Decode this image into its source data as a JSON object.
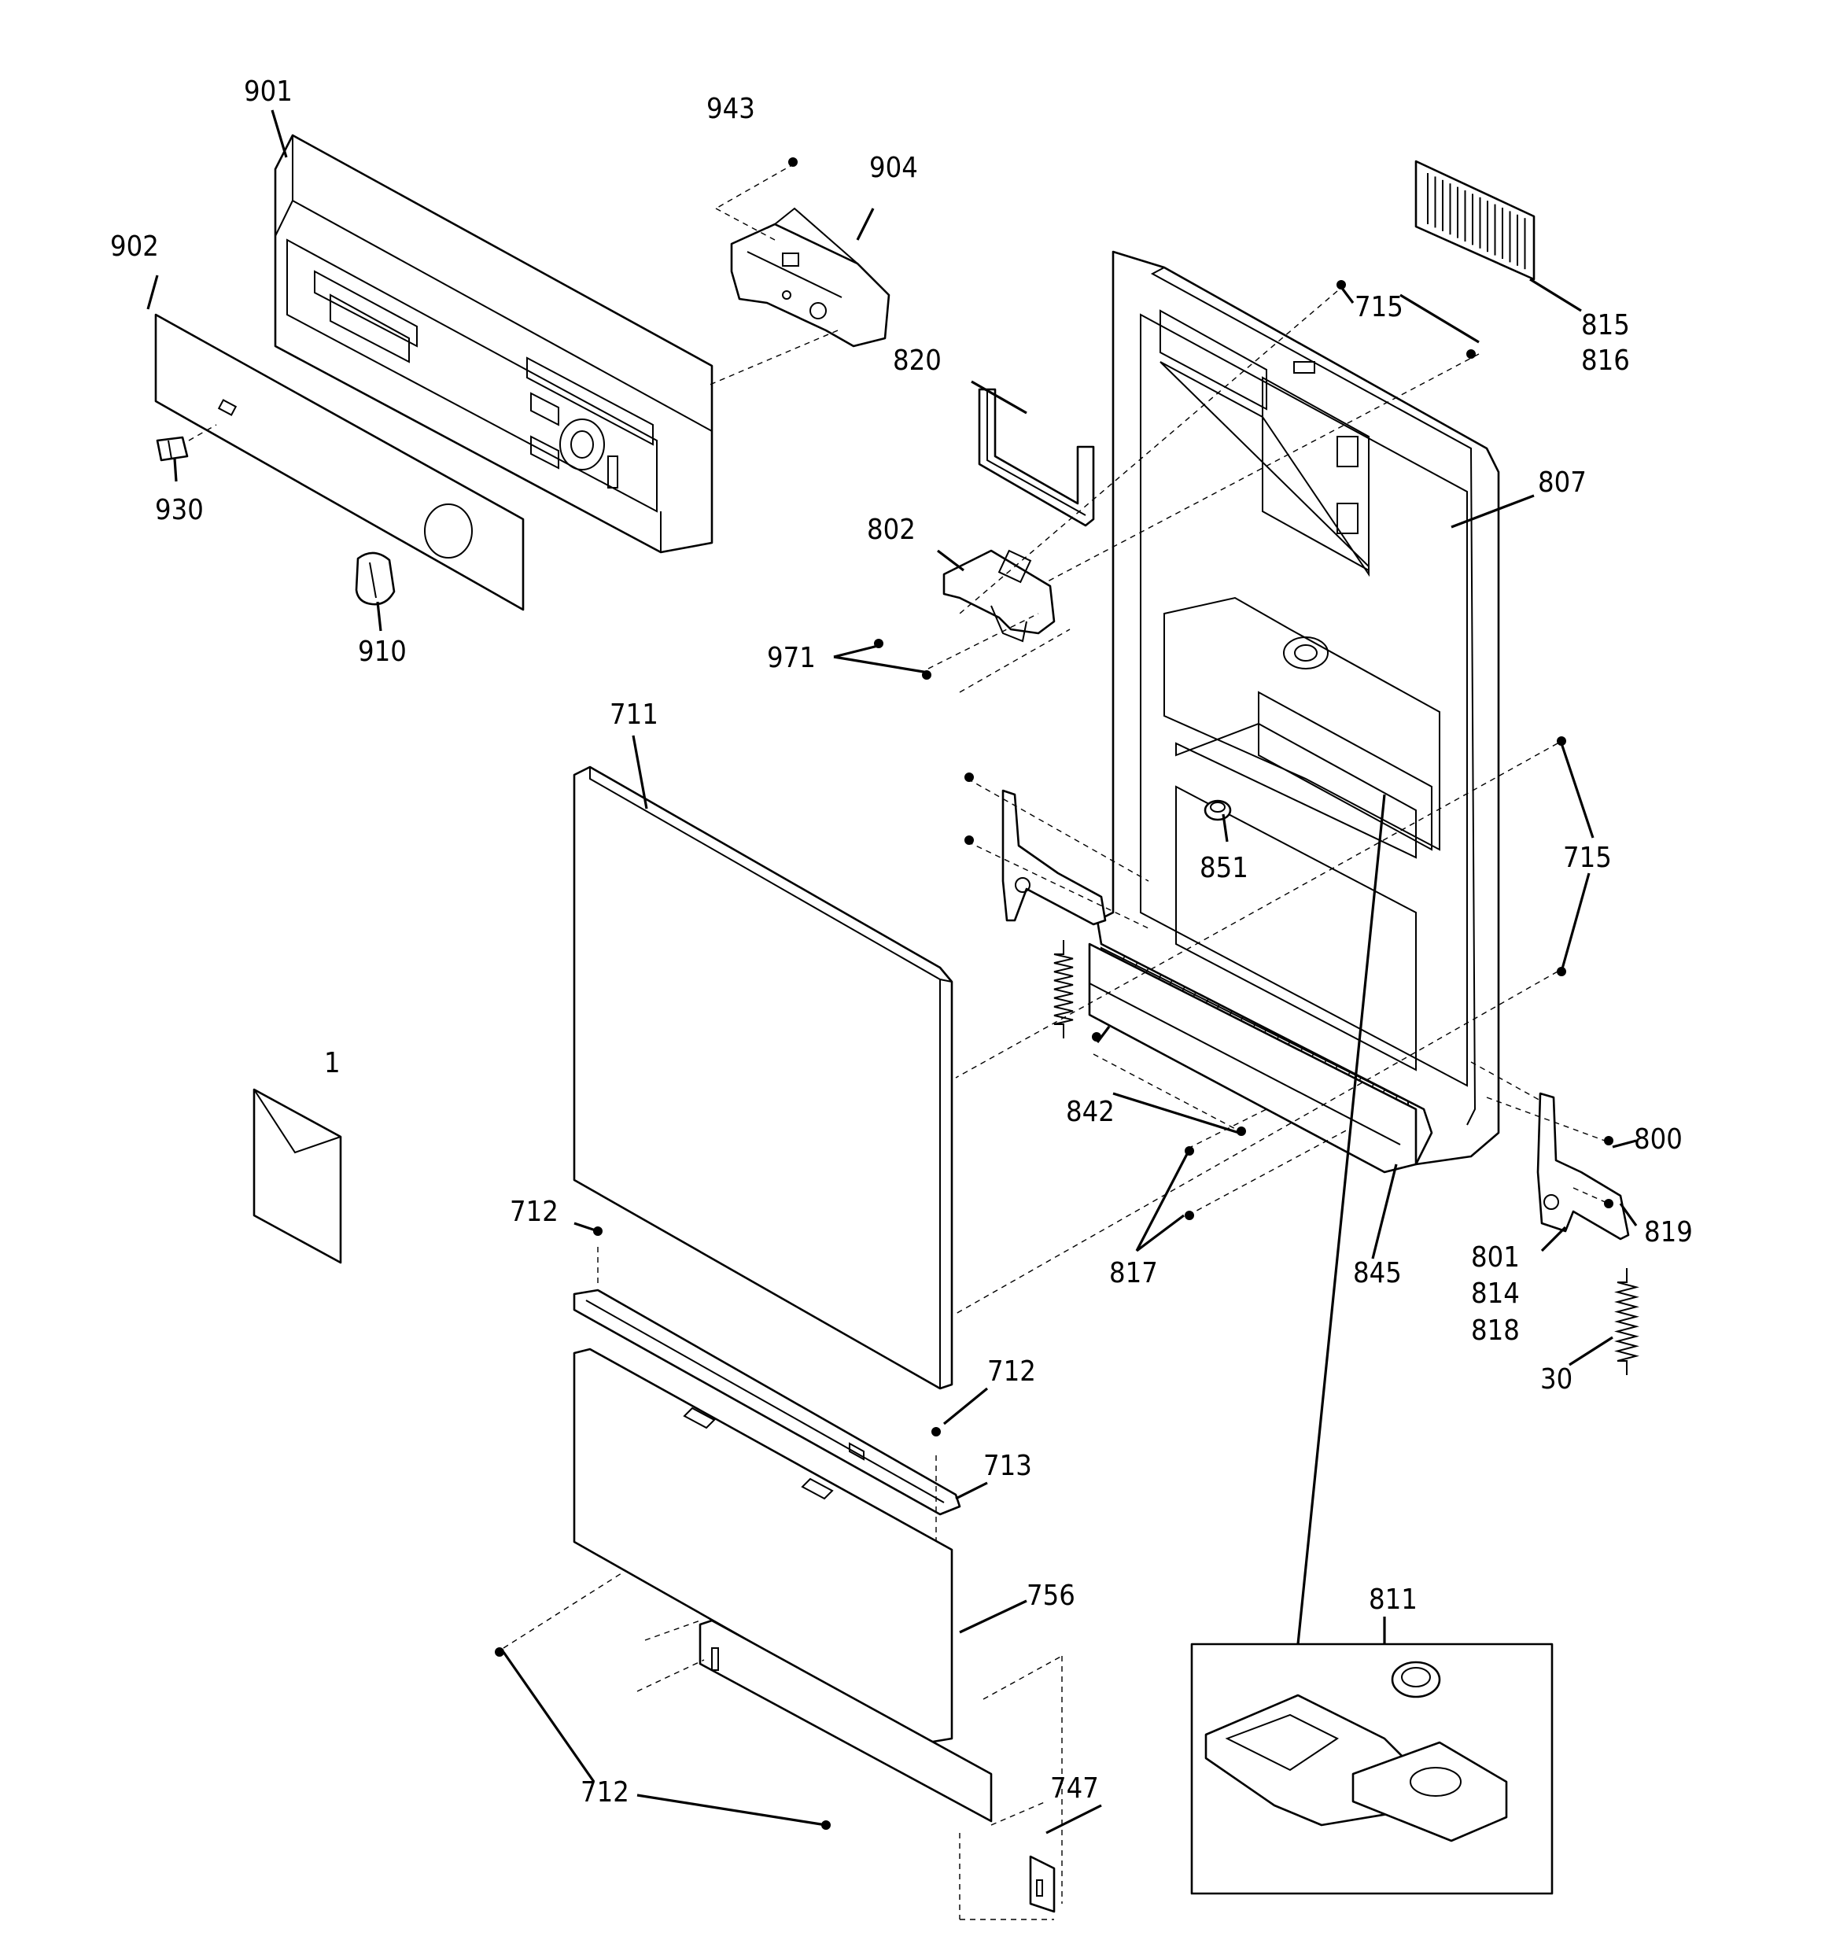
{
  "callouts": {
    "c901": "901",
    "c943": "943",
    "c904": "904",
    "c902": "902",
    "c930": "930",
    "c910": "910",
    "c820": "820",
    "c715a": "715",
    "c815": "815",
    "c816": "816",
    "c807": "807",
    "c802": "802",
    "c971": "971",
    "c711": "711",
    "c851": "851",
    "c715b": "715",
    "c1": "1",
    "c842": "842",
    "c800": "800",
    "c712a": "712",
    "c817": "817",
    "c845": "845",
    "c801": "801",
    "c819": "819",
    "c814": "814",
    "c818": "818",
    "c30": "30",
    "c712b": "712",
    "c713": "713",
    "c756": "756",
    "c811": "811",
    "c712c": "712",
    "c747": "747"
  }
}
